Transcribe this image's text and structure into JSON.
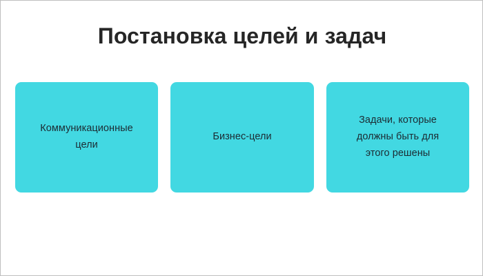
{
  "slide": {
    "title": "Постановка целей и задач",
    "background_color": "#ffffff",
    "title_color": "#262626",
    "border_color": "#bfbfbf"
  },
  "boxes": {
    "fill_color": "#42d8e2",
    "text_color": "#1c2b33",
    "items": [
      {
        "id": "communication-goals",
        "label": "Коммуникационные цели"
      },
      {
        "id": "business-goals",
        "label": "Бизнес-цели"
      },
      {
        "id": "tasks-to-solve",
        "label": "Задачи, которые должны быть для этого решены"
      }
    ]
  }
}
